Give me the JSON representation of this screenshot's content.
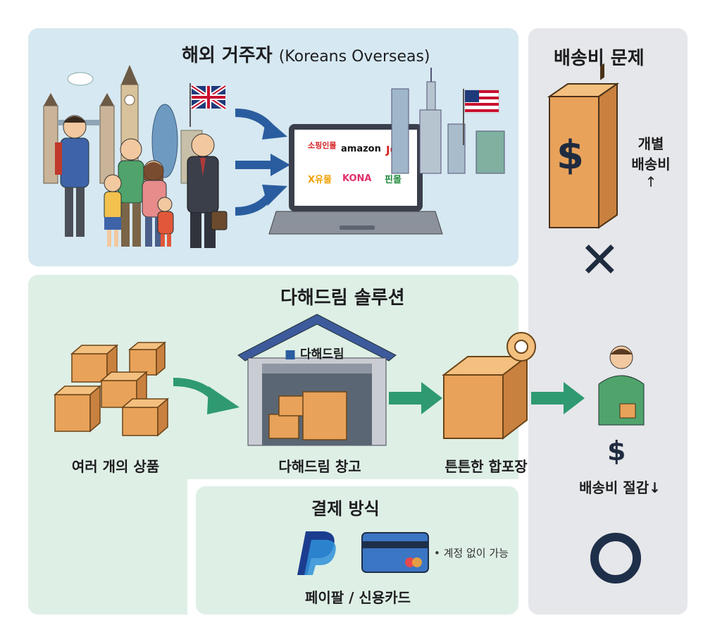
{
  "overseas": {
    "title": "해외 거주자",
    "subtitle": "(Koreans Overseas)",
    "malls": [
      "소핑인몰",
      "amazon",
      "JOM",
      "X유물",
      "KONA",
      "핀몰"
    ]
  },
  "shipping_problem": {
    "title": "배송비 문제",
    "individual_label_line1": "개별",
    "individual_label_line2": "배송비",
    "up_arrow": "↑",
    "dollar": "$",
    "cross": "✕",
    "savings_label": "배송비 절감↓",
    "circle": "○"
  },
  "solution": {
    "title": "다해드림 솔루션",
    "warehouse_sign": "다해드림",
    "steps": [
      {
        "label": "여러 개의 상품"
      },
      {
        "label": "다해드림 창고"
      },
      {
        "label": "튼튼한 합포장"
      }
    ]
  },
  "payment": {
    "title": "결제 방식",
    "note": "• 계정 없이 가능",
    "methods_label": "페이팔 / 신용카드"
  },
  "colors": {
    "overseas_bg": "#d6e8f1",
    "solution_bg": "#deefe6",
    "shipping_bg": "#e6e7ea",
    "arrow_green": "#2f9a72",
    "arrow_blue": "#2a5d9f",
    "box_orange": "#e8a25a",
    "navy": "#1e2f4a"
  }
}
